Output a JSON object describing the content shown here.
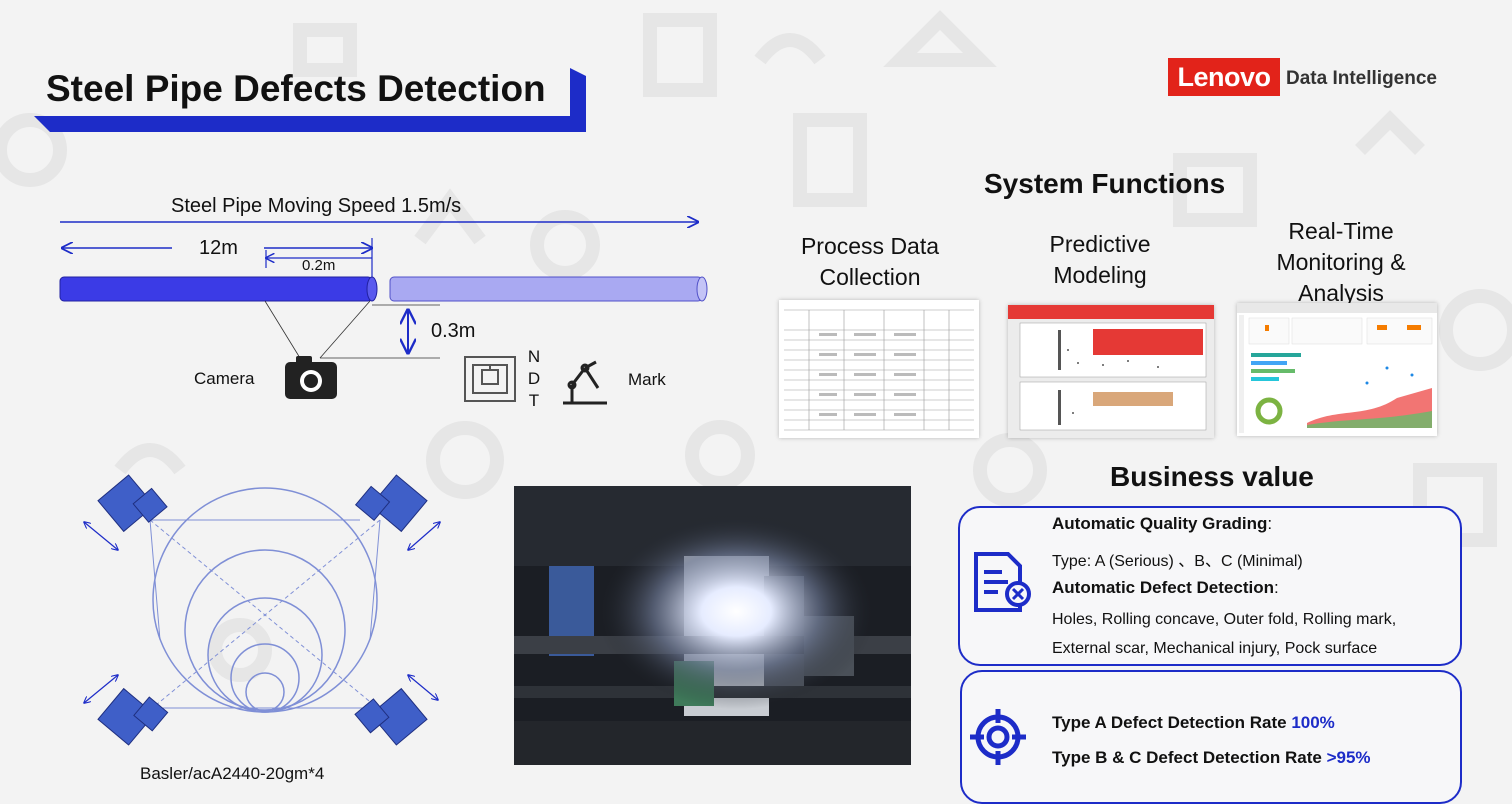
{
  "title": "Steel Pipe Defects Detection",
  "logo": {
    "brand": "Lenovo",
    "sub": "Data Intelligence"
  },
  "diagram": {
    "speed": "Steel Pipe Moving Speed 1.5m/s",
    "length": "12m",
    "gap": "0.2m",
    "height": "0.3m",
    "camera": "Camera",
    "ndt": [
      "N",
      "D",
      "T"
    ],
    "mark": "Mark",
    "basler": "Basler/acA2440-20gm*4"
  },
  "system": {
    "title": "System Functions",
    "functions": [
      {
        "line1": "Process Data",
        "line2": "Collection"
      },
      {
        "line1": "Predictive",
        "line2": "Modeling"
      },
      {
        "line1": "Real-Time",
        "line2": "Monitoring &",
        "line3": "Analysis"
      }
    ]
  },
  "business": {
    "title": "Business value",
    "grading_head": "Automatic Quality Grading",
    "grading_colon": ":",
    "grading_types": "Type: A (Serious) 、B、C (Minimal)",
    "detect_head": "Automatic Defect Detection",
    "detect_colon": ":",
    "detect_line1": "Holes, Rolling concave, Outer fold, Rolling mark,",
    "detect_line2": "External scar, Mechanical injury, Pock surface",
    "rate_a_label": "Type A Defect Detection Rate ",
    "rate_a_value": "100%",
    "rate_bc_label": "Type B & C Defect Detection Rate ",
    "rate_bc_value": ">95%"
  },
  "colors": {
    "accent": "#1d2cc8",
    "pipe": "#3b3be6",
    "pipe_light": "#a9a9f2",
    "brand": "#e2231a"
  },
  "icons": [
    "camera-icon",
    "ndt-machine-icon",
    "robot-arm-icon",
    "document-check-icon",
    "target-icon"
  ]
}
